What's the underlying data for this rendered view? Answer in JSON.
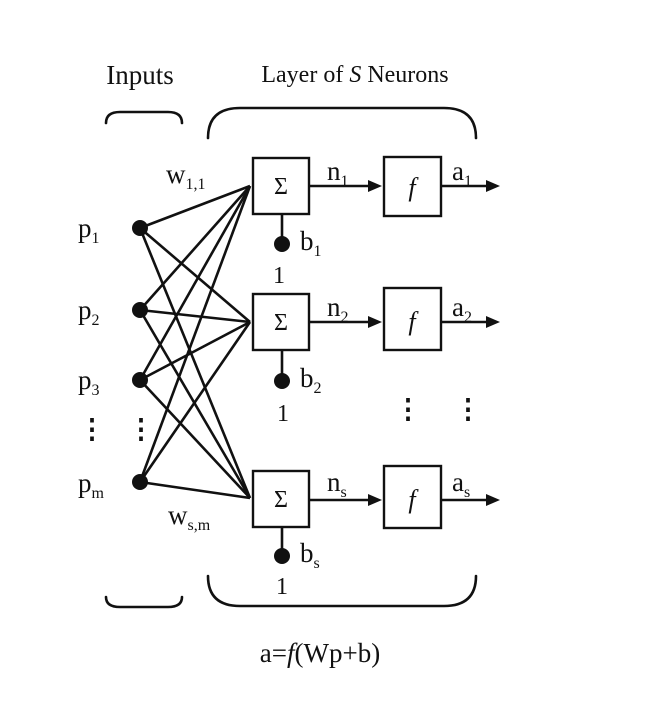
{
  "title": {
    "inputs": "Inputs",
    "layer_prefix": "Layer of ",
    "layer_var": "S",
    "layer_suffix": " Neurons"
  },
  "inputs": [
    {
      "base": "p",
      "sub": "1"
    },
    {
      "base": "p",
      "sub": "2"
    },
    {
      "base": "p",
      "sub": "3"
    },
    {
      "base": "p",
      "sub": "m"
    }
  ],
  "neurons": [
    {
      "sum": "Σ",
      "n_base": "n",
      "n_sub": "1",
      "b_base": "b",
      "b_sub": "1",
      "bias_input": "1",
      "func": "f",
      "a_base": "a",
      "a_sub": "1"
    },
    {
      "sum": "Σ",
      "n_base": "n",
      "n_sub": "2",
      "b_base": "b",
      "b_sub": "2",
      "bias_input": "1",
      "func": "f",
      "a_base": "a",
      "a_sub": "2"
    },
    {
      "sum": "Σ",
      "n_base": "n",
      "n_sub": "s",
      "b_base": "b",
      "b_sub": "s",
      "bias_input": "1",
      "func": "f",
      "a_base": "a",
      "a_sub": "s"
    }
  ],
  "weights": {
    "first": {
      "base": "w",
      "sub": "1,1"
    },
    "last": {
      "base": "w",
      "sub": "s,m"
    }
  },
  "ellipsis": "⋮",
  "equation": {
    "prefix": "a=",
    "func": "f",
    "suffix": "(Wp+b)"
  }
}
